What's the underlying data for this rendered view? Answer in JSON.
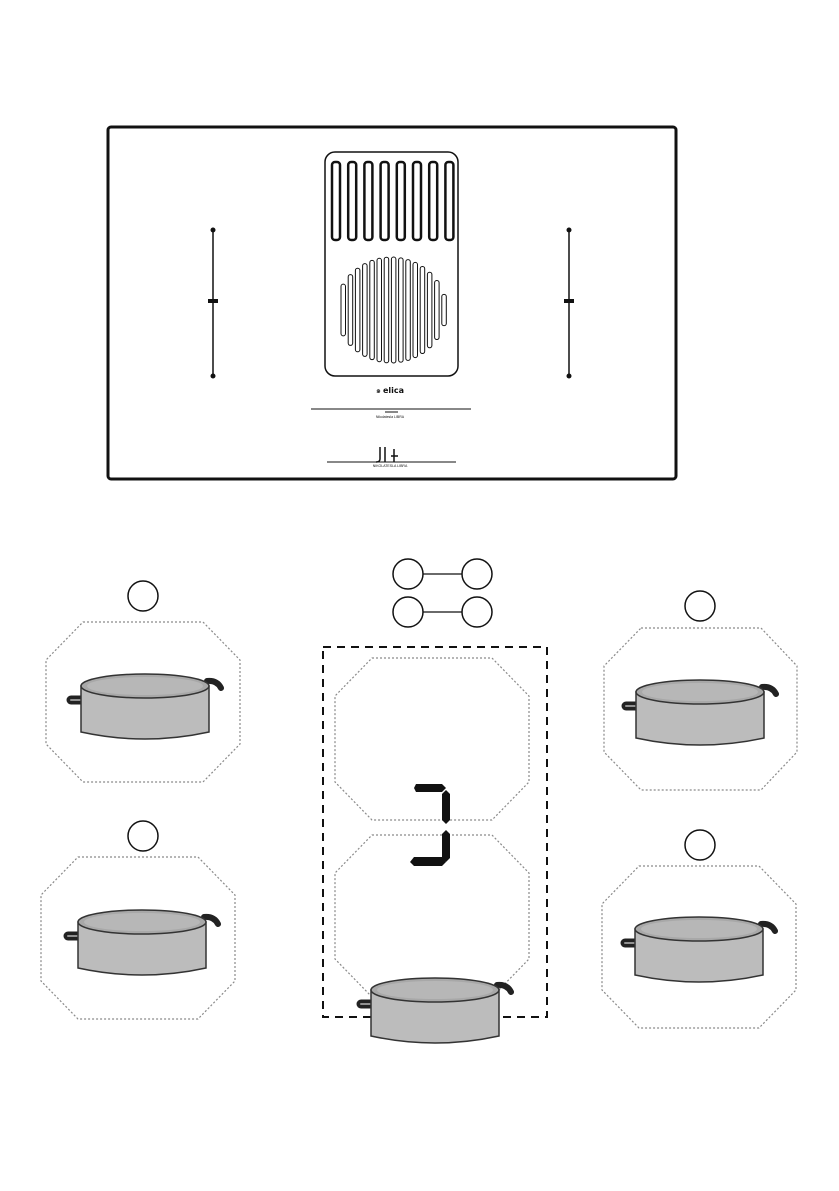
{
  "hob": {
    "brand_label": "elica",
    "brand_symbol": "๑",
    "caption_upper": "Nikolatesla LIBRA",
    "caption_lower": "NIKOLATESLA LIBRA"
  },
  "display": {
    "digit": "J"
  },
  "colors": {
    "line": "#1a1a1a",
    "zone_dotted": "#8a8a8a",
    "pot_body": "#bdbdbd",
    "pot_lid": "#a9a9a9",
    "handle": "#222222"
  },
  "icons": {
    "pot": "cooking-pot-icon",
    "circle": "selector-circle-icon"
  }
}
